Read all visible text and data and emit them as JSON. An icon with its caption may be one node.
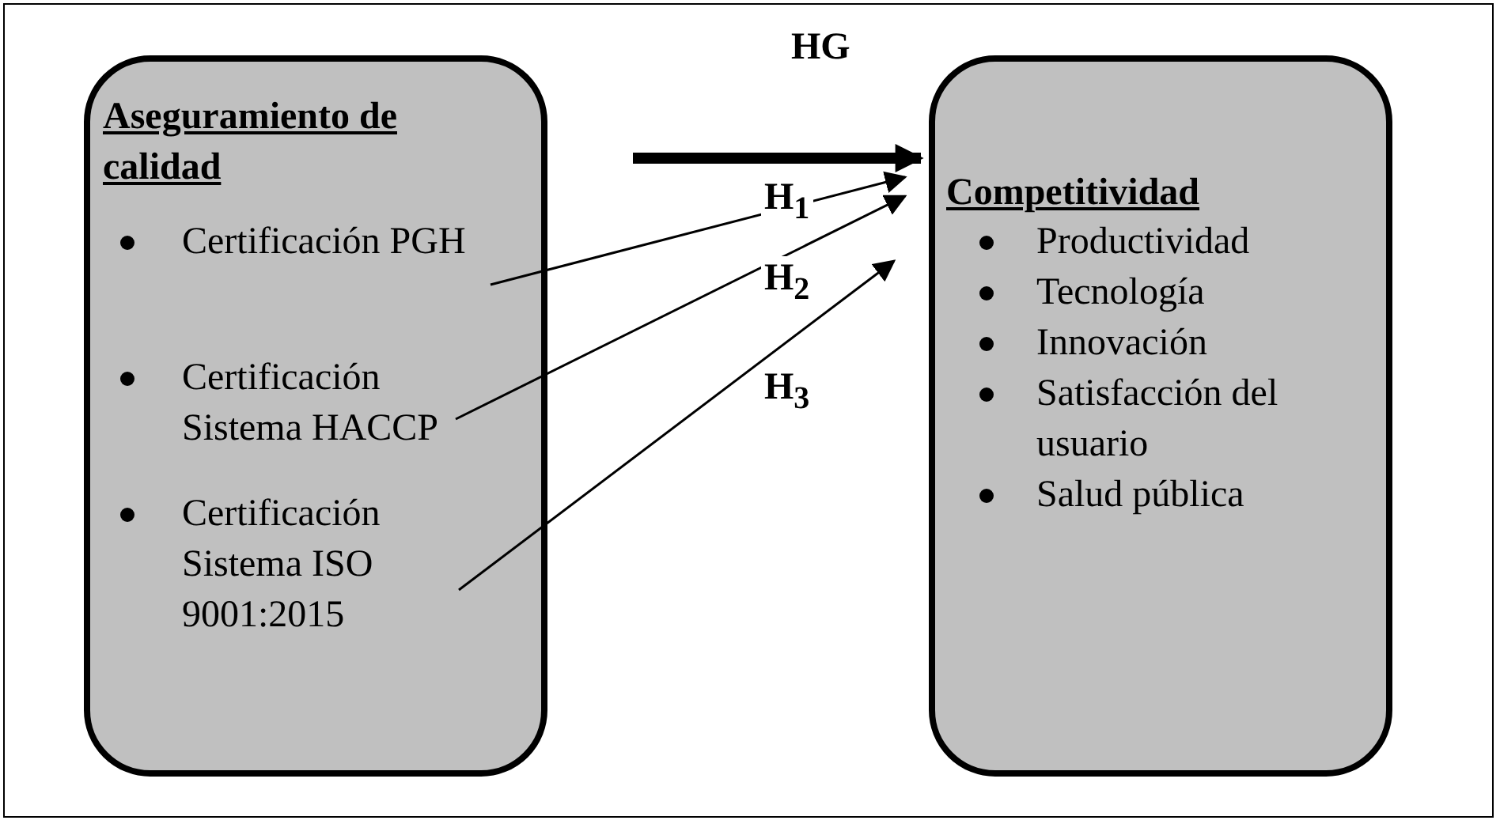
{
  "diagram": {
    "nodes": [
      {
        "text": [
          "Aseguramiento de calidad"
        ]
      },
      {
        "text": [
          "Certificación PGH"
        ],
        "in": 0
      },
      {
        "text": [
          "Certificación Sistema HACCP"
        ],
        "in": 0
      },
      {
        "text": [
          "Certificación Sistema ISO 9001:2015"
        ],
        "in": 0
      },
      {
        "text": [
          "Competitividad",
          "Productividad",
          "Tecnología",
          "Innovación",
          "Satisfacción del usuario",
          "Salud pública"
        ]
      }
    ],
    "edges": [
      {
        "from": 0,
        "to": 4,
        "arrow": "to",
        "label": "HG",
        "style": "thick"
      },
      {
        "from": 1,
        "to": 4,
        "arrow": "to",
        "label": "H$_{1}$"
      },
      {
        "from": 2,
        "to": 4,
        "arrow": "to",
        "label": "H$_{2}$"
      },
      {
        "from": 3,
        "to": 4,
        "arrow": "to",
        "label": "H$_{3}$"
      }
    ]
  }
}
